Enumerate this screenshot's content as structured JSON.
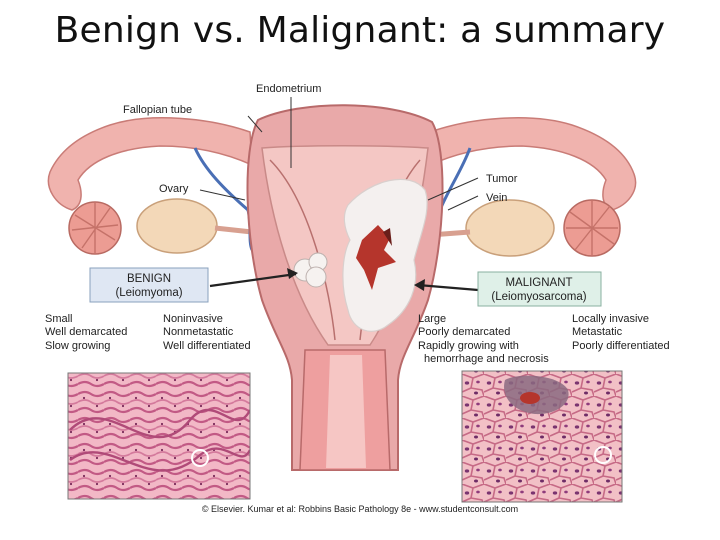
{
  "slide": {
    "title": "Benign vs. Malignant: a summary"
  },
  "figure": {
    "labels": {
      "endometrium": "Endometrium",
      "fallopian_tube": "Fallopian tube",
      "ovary": "Ovary",
      "tumor": "Tumor",
      "vein": "Vein"
    },
    "benign": {
      "title": "BENIGN",
      "subtitle": "(Leiomyoma)",
      "features_left": [
        "Small",
        "Well demarcated",
        "Slow growing"
      ],
      "features_right": [
        "Noninvasive",
        "Nonmetastatic",
        "Well differentiated"
      ]
    },
    "malignant": {
      "title": "MALIGNANT",
      "subtitle": "(Leiomyosarcoma)",
      "features_left": [
        "Large",
        "Poorly demarcated",
        "Rapidly growing with",
        "hemorrhage and necrosis"
      ],
      "features_right": [
        "Locally invasive",
        "Metastatic",
        "Poorly differentiated"
      ]
    },
    "credit": "© Elsevier. Kumar et al: Robbins Basic Pathology 8e - www.studentconsult.com",
    "colors": {
      "uterus": "#e9a9a9",
      "uterus_inner": "#f4c7c4",
      "tube": "#f0b3ae",
      "ovary": "#f3d8b8",
      "vein": "#4a6fb5",
      "benign_box": "#dfe7f3",
      "malignant_box": "#dff0e8",
      "tumor_white": "#f4f0ef",
      "hemorrhage": "#b5352c"
    }
  }
}
